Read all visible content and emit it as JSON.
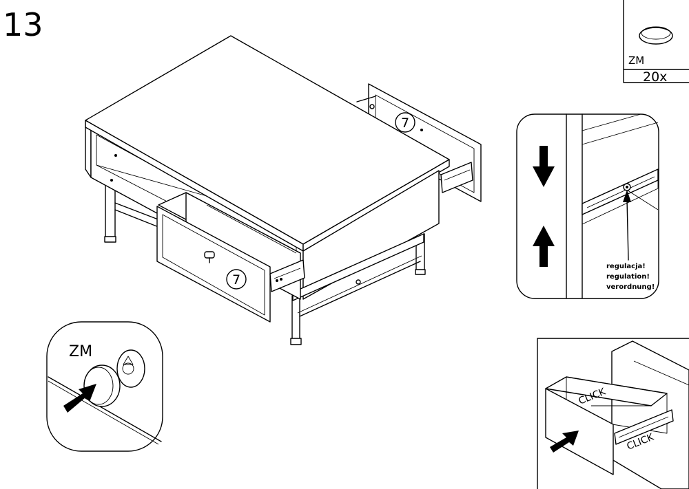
{
  "step": {
    "number": "13"
  },
  "parts_box": {
    "part_code": "ZM",
    "quantity": "20x"
  },
  "part_labels": {
    "drawer_left": "7",
    "drawer_right": "7"
  },
  "detail_cap": {
    "label": "ZM"
  },
  "detail_adjust": {
    "line1": "regulacja!",
    "line2": "regulation!",
    "line3": "verordnung!"
  },
  "detail_click": {
    "click1": "CLICK",
    "click2": "CLICK"
  },
  "icons": [
    "arrow-down-icon",
    "arrow-up-icon",
    "push-arrow-icon",
    "cap-disc-icon",
    "screw-icon"
  ]
}
